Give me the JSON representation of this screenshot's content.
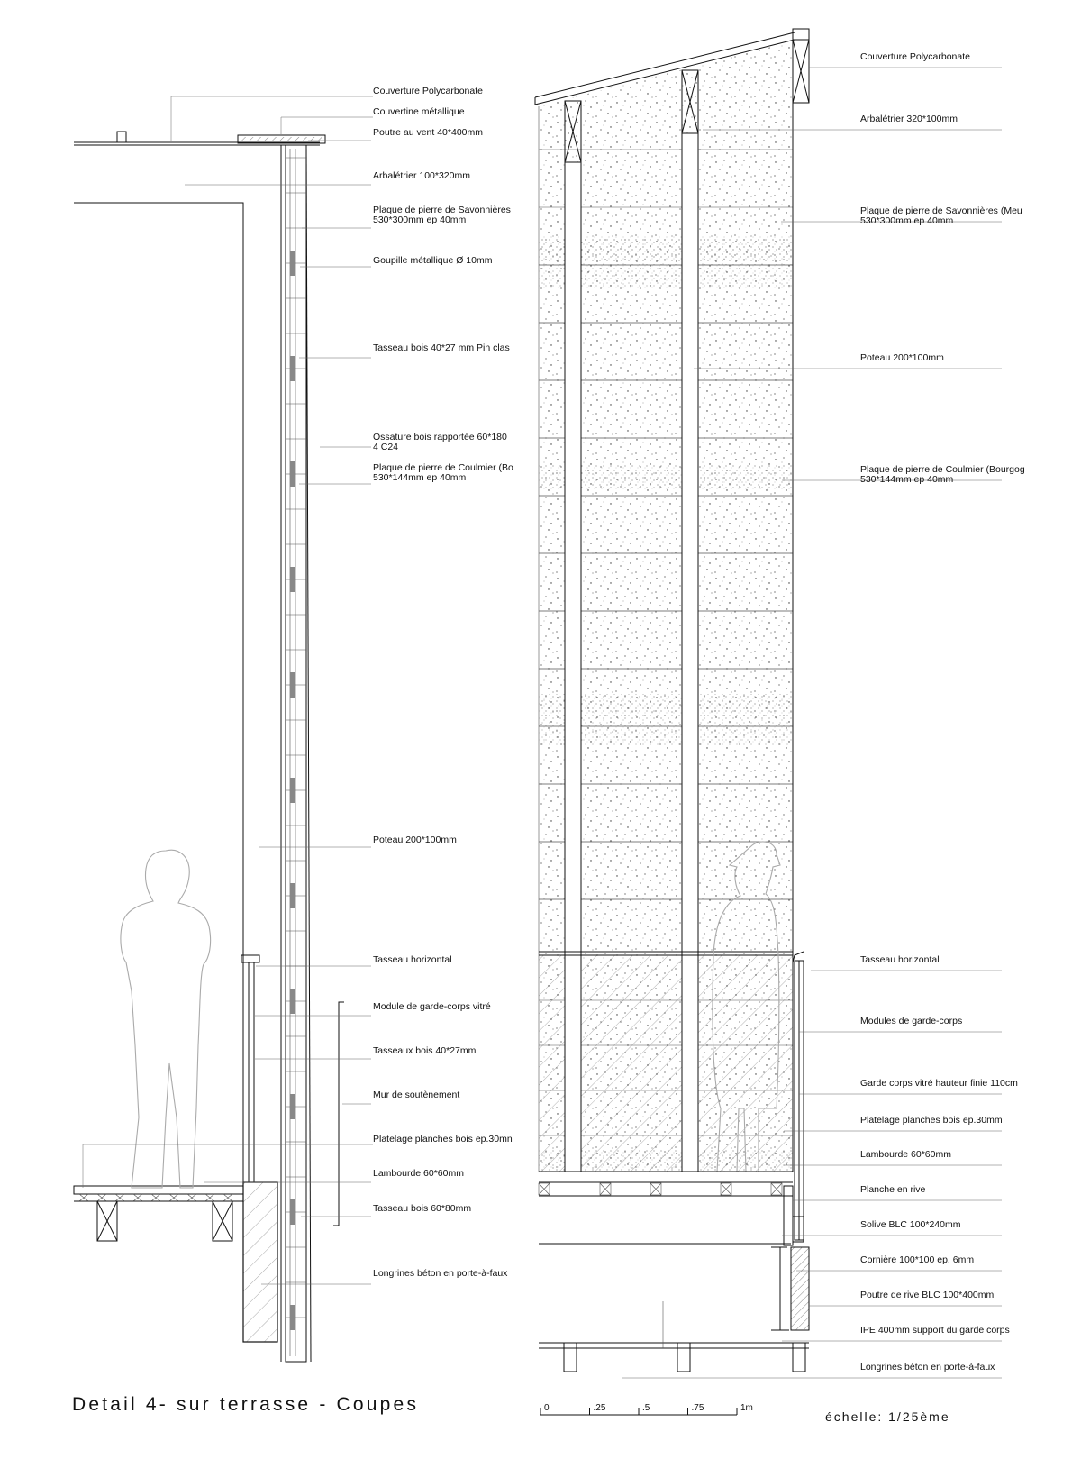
{
  "title": "Detail 4- sur terrasse - Coupes",
  "scale_text": "échelle: 1/25ème",
  "scale_bar": {
    "ticks": [
      {
        "label": "0",
        "x": 0
      },
      {
        "label": ".25",
        "x": 0.25
      },
      {
        "label": ".5",
        "x": 0.5
      },
      {
        "label": ".75",
        "x": 0.75
      },
      {
        "label": "1m",
        "x": 1
      }
    ]
  },
  "left_section": {
    "labels": [
      {
        "lines": [
          "Couverture Polycarbonate"
        ]
      },
      {
        "lines": [
          "Couvertine métallique"
        ]
      },
      {
        "lines": [
          "Poutre au vent 40*400mm"
        ]
      },
      {
        "lines": [
          "Arbalétrier 100*320mm"
        ]
      },
      {
        "lines": [
          "Plaque de pierre de Savonnières",
          "530*300mm ep 40mm"
        ]
      },
      {
        "lines": [
          "Goupille métallique Ø 10mm"
        ]
      },
      {
        "lines": [
          "Tasseau bois 40*27 mm Pin clas"
        ]
      },
      {
        "lines": [
          "Ossature bois rapportée 60*180 ",
          "4 C24"
        ]
      },
      {
        "lines": [
          "Plaque de pierre de Coulmier (Bo",
          "530*144mm ep 40mm"
        ]
      },
      {
        "lines": [
          "Poteau 200*100mm"
        ]
      },
      {
        "lines": [
          "Tasseau horizontal"
        ]
      },
      {
        "lines": [
          "Module de garde-corps vitré"
        ]
      },
      {
        "lines": [
          "Tasseaux bois 40*27mm"
        ]
      },
      {
        "lines": [
          "Mur de soutènement"
        ]
      },
      {
        "lines": [
          "Platelage planches bois ep.30mn"
        ]
      },
      {
        "lines": [
          "Lambourde 60*60mm"
        ]
      },
      {
        "lines": [
          "Tasseau bois 60*80mm"
        ]
      },
      {
        "lines": [
          "Longrines béton en porte-à-faux"
        ]
      }
    ]
  },
  "right_section": {
    "labels": [
      {
        "lines": [
          "Couverture Polycarbonate"
        ]
      },
      {
        "lines": [
          "Arbalétrier 320*100mm"
        ]
      },
      {
        "lines": [
          "Plaque de pierre de Savonnières (Meu",
          "530*300mm ep 40mm"
        ]
      },
      {
        "lines": [
          "Poteau 200*100mm"
        ]
      },
      {
        "lines": [
          "Plaque de pierre de Coulmier (Bourgog",
          "530*144mm ep 40mm"
        ]
      },
      {
        "lines": [
          "Tasseau horizontal"
        ]
      },
      {
        "lines": [
          "Modules de garde-corps"
        ]
      },
      {
        "lines": [
          "Garde corps vitré hauteur finie 110cm"
        ]
      },
      {
        "lines": [
          "Platelage planches bois ep.30mm"
        ]
      },
      {
        "lines": [
          "Lambourde 60*60mm"
        ]
      },
      {
        "lines": [
          "Planche en rive"
        ]
      },
      {
        "lines": [
          "Solive BLC 100*240mm"
        ]
      },
      {
        "lines": [
          "Cornière 100*100 ep. 6mm"
        ]
      },
      {
        "lines": [
          "Poutre de rive BLC 100*400mm"
        ]
      },
      {
        "lines": [
          "IPE 400mm support du garde corps"
        ]
      },
      {
        "lines": [
          "Longrines béton en porte-à-faux"
        ]
      }
    ]
  }
}
